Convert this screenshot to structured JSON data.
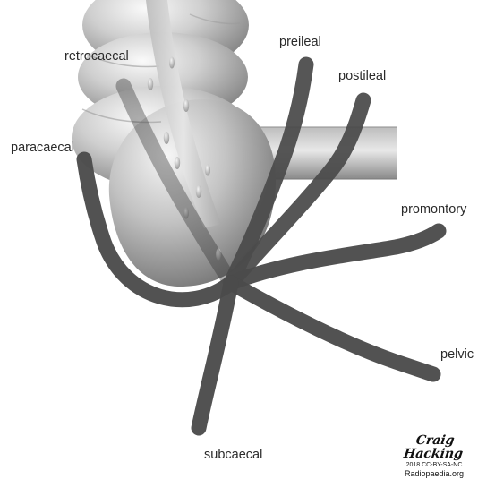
{
  "labels": {
    "retrocaecal": "retrocaecal",
    "preileal": "preileal",
    "postileal": "postileal",
    "paracaecal": "paracaecal",
    "promontory": "promontory",
    "pelvic": "pelvic",
    "subcaecal": "subcaecal"
  },
  "credit": {
    "author": "Craig Hacking",
    "license": "2018 CC-BY-SA-NC",
    "site": "Radiopaedia.org"
  },
  "colors": {
    "appendix": "#505050",
    "background": "#ffffff",
    "text": "#2a2a2a"
  }
}
